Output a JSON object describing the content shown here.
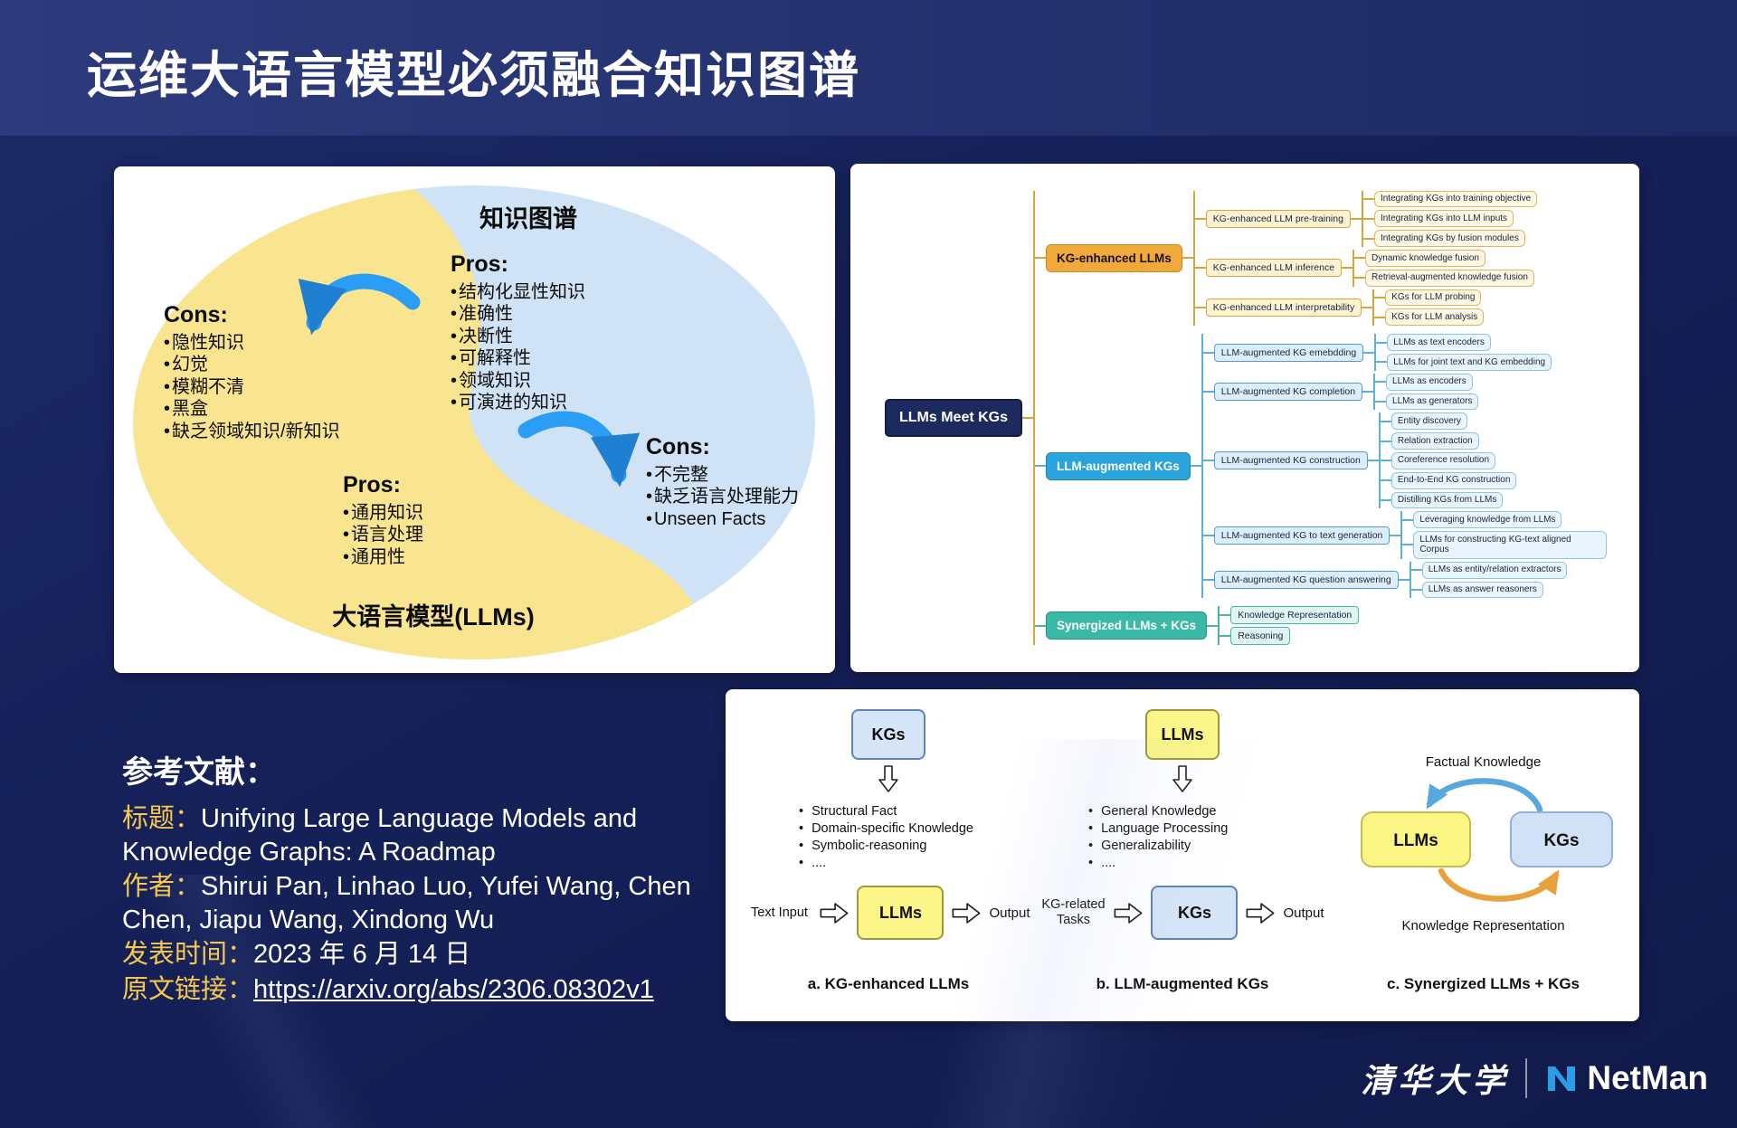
{
  "slide": {
    "title": "运维大语言模型必须融合知识图谱"
  },
  "colors": {
    "kg_yellow": "#f9e48f",
    "llm_blue": "#cfe2f6",
    "arrow_blue": "#2a9df4",
    "branch_orange": "#f2a93b",
    "branch_blue": "#29a4dd",
    "branch_teal": "#39b9a6",
    "root_navy": "#1c2a5e",
    "label_yellow": "#f7c94b"
  },
  "icons": {
    "flow_down_arrow": "hollow-down-arrow",
    "flow_right_arrow": "hollow-right-arrow",
    "venn_swap_arrows": "curved-blue-arrows"
  },
  "venn": {
    "kg_title": "知识图谱",
    "llm_title": "大语言模型(LLMs)",
    "kg_pros_heading": "Pros:",
    "kg_pros": [
      "结构化显性知识",
      "准确性",
      "决断性",
      "可解释性",
      "领域知识",
      "可演进的知识"
    ],
    "llm_cons_heading": "Cons:",
    "llm_cons": [
      "隐性知识",
      "幻觉",
      "模糊不清",
      "黑盒",
      "缺乏领域知识/新知识"
    ],
    "llm_pros_heading": "Pros:",
    "llm_pros": [
      "通用知识",
      "语言处理",
      "通用性"
    ],
    "kg_cons_heading": "Cons:",
    "kg_cons": [
      "不完整",
      "缺乏语言处理能力",
      "Unseen Facts"
    ]
  },
  "mindmap": {
    "root": "LLMs Meet KGs",
    "branches": [
      {
        "label": "KG-enhanced LLMs",
        "children": [
          {
            "label": "KG-enhanced LLM pre-training",
            "children": [
              "Integrating KGs into training objective",
              "Integrating KGs into LLM inputs",
              "Integrating KGs by fusion modules"
            ]
          },
          {
            "label": "KG-enhanced LLM inference",
            "children": [
              "Dynamic knowledge fusion",
              "Retrieval-augmented knowledge fusion"
            ]
          },
          {
            "label": "KG-enhanced LLM interpretability",
            "children": [
              "KGs for LLM probing",
              "KGs for LLM analysis"
            ]
          }
        ]
      },
      {
        "label": "LLM-augmented KGs",
        "children": [
          {
            "label": "LLM-augmented KG emebdding",
            "children": [
              "LLMs as text encoders",
              "LLMs for joint text and KG embedding"
            ]
          },
          {
            "label": "LLM-augmented KG completion",
            "children": [
              "LLMs as encoders",
              "LLMs as generators"
            ]
          },
          {
            "label": "LLM-augmented KG construction",
            "children": [
              "Entity discovery",
              "Relation extraction",
              "Coreference resolution",
              "End-to-End KG construction",
              "Distilling KGs from LLMs"
            ]
          },
          {
            "label": "LLM-augmented KG to text generation",
            "children": [
              "Leveraging knowledge from LLMs",
              "LLMs for constructing KG-text aligned Corpus"
            ]
          },
          {
            "label": "LLM-augmented KG question answering",
            "children": [
              "LLMs as entity/relation extractors",
              "LLMs as answer reasoners"
            ]
          }
        ]
      },
      {
        "label": "Synergized LLMs + KGs",
        "children": [
          {
            "label": "Knowledge Representation",
            "children": []
          },
          {
            "label": "Reasoning",
            "children": []
          }
        ]
      }
    ]
  },
  "paradigms": {
    "a": {
      "top_box": "KGs",
      "bullets": [
        "Structural Fact",
        "Domain-specific Knowledge",
        "Symbolic-reasoning",
        "...."
      ],
      "input_label": "Text Input",
      "bottom_box": "LLMs",
      "output_label": "Output",
      "caption": "a. KG-enhanced LLMs"
    },
    "b": {
      "top_box": "LLMs",
      "bullets": [
        "General Knowledge",
        "Language Processing",
        "Generalizability",
        "...."
      ],
      "input_label": "KG-related Tasks",
      "bottom_box": "KGs",
      "output_label": "Output",
      "caption": "b. LLM-augmented KGs"
    },
    "c": {
      "left_box": "LLMs",
      "right_box": "KGs",
      "top_label": "Factual Knowledge",
      "bottom_label": "Knowledge Representation",
      "caption": "c. Synergized LLMs + KGs"
    }
  },
  "reference": {
    "heading": "参考文献：",
    "title_label": "标题：",
    "title_value": "Unifying Large Language Models and Knowledge Graphs: A Roadmap",
    "authors_label": "作者：",
    "authors_value": "Shirui Pan, Linhao Luo, Yufei Wang, Chen Chen, Jiapu Wang, Xindong Wu",
    "date_label": "发表时间：",
    "date_value": "2023 年 6 月 14 日",
    "link_label": "原文链接：",
    "link_value": "https://arxiv.org/abs/2306.08302v1"
  },
  "footer": {
    "university": "清华大学",
    "brand": "NetMan"
  }
}
